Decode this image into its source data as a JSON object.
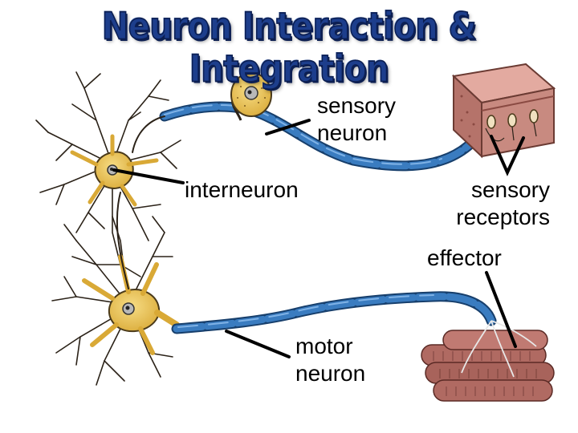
{
  "title": "Neuron Interaction & Integration",
  "labels": {
    "sensory_neuron": [
      "sensory",
      "neuron"
    ],
    "interneuron": "interneuron",
    "sensory_receptors": [
      "sensory",
      "receptors"
    ],
    "effector": "effector",
    "motor_neuron": [
      "motor",
      "neuron"
    ]
  },
  "colors": {
    "title": "#1d3e8c",
    "axon": "#2e6fb0",
    "soma": "#e8c65a",
    "dendrite": "#2b2218",
    "skin": "#c88a80",
    "muscle": "#b06a62"
  }
}
